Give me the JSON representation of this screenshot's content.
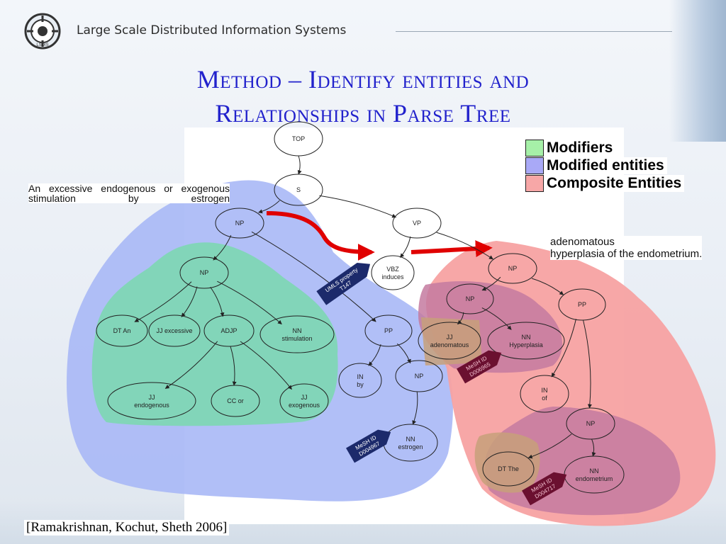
{
  "header": {
    "org_name": "Large Scale Distributed Information Systems",
    "logo_text": "LSDIS"
  },
  "title": {
    "line1": "Method – Identify entities and",
    "line2": "Relationships in Parse Tree"
  },
  "legend": {
    "items": [
      {
        "label": "Modifiers",
        "color": "#a6f0a8"
      },
      {
        "label": "Modified entities",
        "color": "#a9a9f7"
      },
      {
        "label": "Composite Entities",
        "color": "#f7a7a7"
      }
    ]
  },
  "notes": {
    "left_phrase": "An excessive endogenous or exogenous stimulation by estrogen",
    "right_line1": "adenomatous",
    "right_line2": "hyperplasia of the endometrium."
  },
  "tree": {
    "nodes": [
      {
        "id": "top",
        "l1": "TOP",
        "l2": ""
      },
      {
        "id": "s",
        "l1": "S",
        "l2": ""
      },
      {
        "id": "np1",
        "l1": "NP",
        "l2": ""
      },
      {
        "id": "vp",
        "l1": "VP",
        "l2": ""
      },
      {
        "id": "np2",
        "l1": "NP",
        "l2": ""
      },
      {
        "id": "vbz",
        "l1": "VBZ",
        "l2": "induces"
      },
      {
        "id": "dt_an",
        "l1": "DT An",
        "l2": ""
      },
      {
        "id": "jj_exc",
        "l1": "JJ excessive",
        "l2": ""
      },
      {
        "id": "adjp",
        "l1": "ADJP",
        "l2": ""
      },
      {
        "id": "nn_stim",
        "l1": "NN",
        "l2": "stimulation"
      },
      {
        "id": "jj_endo",
        "l1": "JJ",
        "l2": "endogenous"
      },
      {
        "id": "cc_or",
        "l1": "CC or",
        "l2": ""
      },
      {
        "id": "jj_exo",
        "l1": "JJ",
        "l2": "exogenous"
      },
      {
        "id": "pp1",
        "l1": "PP",
        "l2": ""
      },
      {
        "id": "in_by",
        "l1": "IN",
        "l2": "by"
      },
      {
        "id": "np3",
        "l1": "NP",
        "l2": ""
      },
      {
        "id": "nn_estr",
        "l1": "NN",
        "l2": "estrogen"
      },
      {
        "id": "np4",
        "l1": "NP",
        "l2": ""
      },
      {
        "id": "np5",
        "l1": "NP",
        "l2": ""
      },
      {
        "id": "pp2",
        "l1": "PP",
        "l2": ""
      },
      {
        "id": "jj_aden",
        "l1": "JJ",
        "l2": "adenomatous"
      },
      {
        "id": "nn_hyp",
        "l1": "NN",
        "l2": "Hyperplasia"
      },
      {
        "id": "in_of",
        "l1": "IN",
        "l2": "of"
      },
      {
        "id": "np6",
        "l1": "NP",
        "l2": ""
      },
      {
        "id": "dt_the",
        "l1": "DT The",
        "l2": ""
      },
      {
        "id": "nn_endo",
        "l1": "NN",
        "l2": "endometrium"
      }
    ],
    "edges": [
      [
        "top",
        "s"
      ],
      [
        "s",
        "np1"
      ],
      [
        "s",
        "vp"
      ],
      [
        "np1",
        "np2"
      ],
      [
        "np1",
        "pp1"
      ],
      [
        "vp",
        "vbz"
      ],
      [
        "vp",
        "np4"
      ],
      [
        "np2",
        "dt_an"
      ],
      [
        "np2",
        "jj_exc"
      ],
      [
        "np2",
        "adjp"
      ],
      [
        "np2",
        "nn_stim"
      ],
      [
        "adjp",
        "jj_endo"
      ],
      [
        "adjp",
        "cc_or"
      ],
      [
        "adjp",
        "jj_exo"
      ],
      [
        "pp1",
        "in_by"
      ],
      [
        "pp1",
        "np3"
      ],
      [
        "np3",
        "nn_estr"
      ],
      [
        "np4",
        "np5"
      ],
      [
        "np4",
        "pp2"
      ],
      [
        "np5",
        "jj_aden"
      ],
      [
        "np5",
        "nn_hyp"
      ],
      [
        "pp2",
        "in_of"
      ],
      [
        "pp2",
        "np6"
      ],
      [
        "np6",
        "dt_the"
      ],
      [
        "np6",
        "nn_endo"
      ]
    ]
  },
  "tags": {
    "umls": {
      "l1": "UMLS property",
      "l2": "T147"
    },
    "mesh_estrogen": {
      "l1": "MeSH ID",
      "l2": "D004967"
    },
    "mesh_hyperplasia": {
      "l1": "MeSH ID",
      "l2": "D006965"
    },
    "mesh_endometrium": {
      "l1": "MeSH ID",
      "l2": "D004717"
    }
  },
  "citation": "[Ramakrishnan, Kochut, Sheth 2006]"
}
